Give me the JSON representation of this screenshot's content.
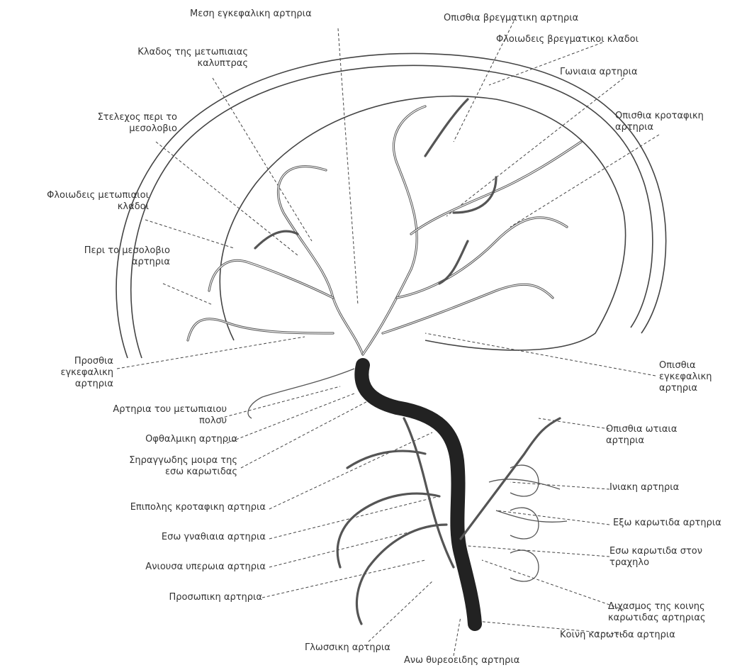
{
  "labels": {
    "mca": "Μεση εγκεφαλικη αρτηρια",
    "post_parietal": "Οπισθια βρεγματικη αρτηρια",
    "cortical_parietal": "Φλοιωδεις βρεγματικοι κλαδοι",
    "callosomarginal": "Κλαδος της μετωπιαιας\nκαλυπτρας",
    "angular": "Γωνιαια αρτηρια",
    "paracentral": "Στελεχος περι το\nμεσολοβιο",
    "post_temporal": "Οπισθια κροταφικη\nαρτηρια",
    "cortical_frontal": "Φλοιωδεις μετωπιαιοι\nκλαδοι",
    "pericallosal": "Περι το μεσολοβιο\nαρτηρια",
    "aca": "Προσθια\nεγκεφαλικη\nαρτηρια",
    "pca": "Οπισθια\nεγκεφαλικη\nαρτηρια",
    "frontopolar": "Αρτηρια του μετωπιαιου\nπολου",
    "ophthalmic": "Οφθαλμικη αρτηρια",
    "post_auricular": "Οπισθια ωτιαια\nαρτηρια",
    "cavernous": "Σηραγγωδης μοιρα της\nεσω καρωτιδας",
    "occipital": "Ινιακη αρτηρια",
    "sup_temporal": "Επιπολης κροταφικη αρτηρια",
    "ext_carotid": "Εξω καρωτιδα αρτηρια",
    "int_maxillary": "Εσω γναθιαια αρτηρια",
    "ica_neck": "Εσω καρωτιδα στον\nτραχηλο",
    "asc_pharyngeal": "Ανιουσα υπερωια αρτηρια",
    "facial": "Προσωπικη αρτηρια",
    "bifurcation": "Διχασμος της κοινης\nκαρωτιδας αρτηριας",
    "common_carotid": "Κοινη καρωτιδα αρτηρια",
    "lingual": "Γλωσσικη αρτηρια",
    "sup_thyroid": "Ανω θυρεοειδης αρτηρια"
  }
}
